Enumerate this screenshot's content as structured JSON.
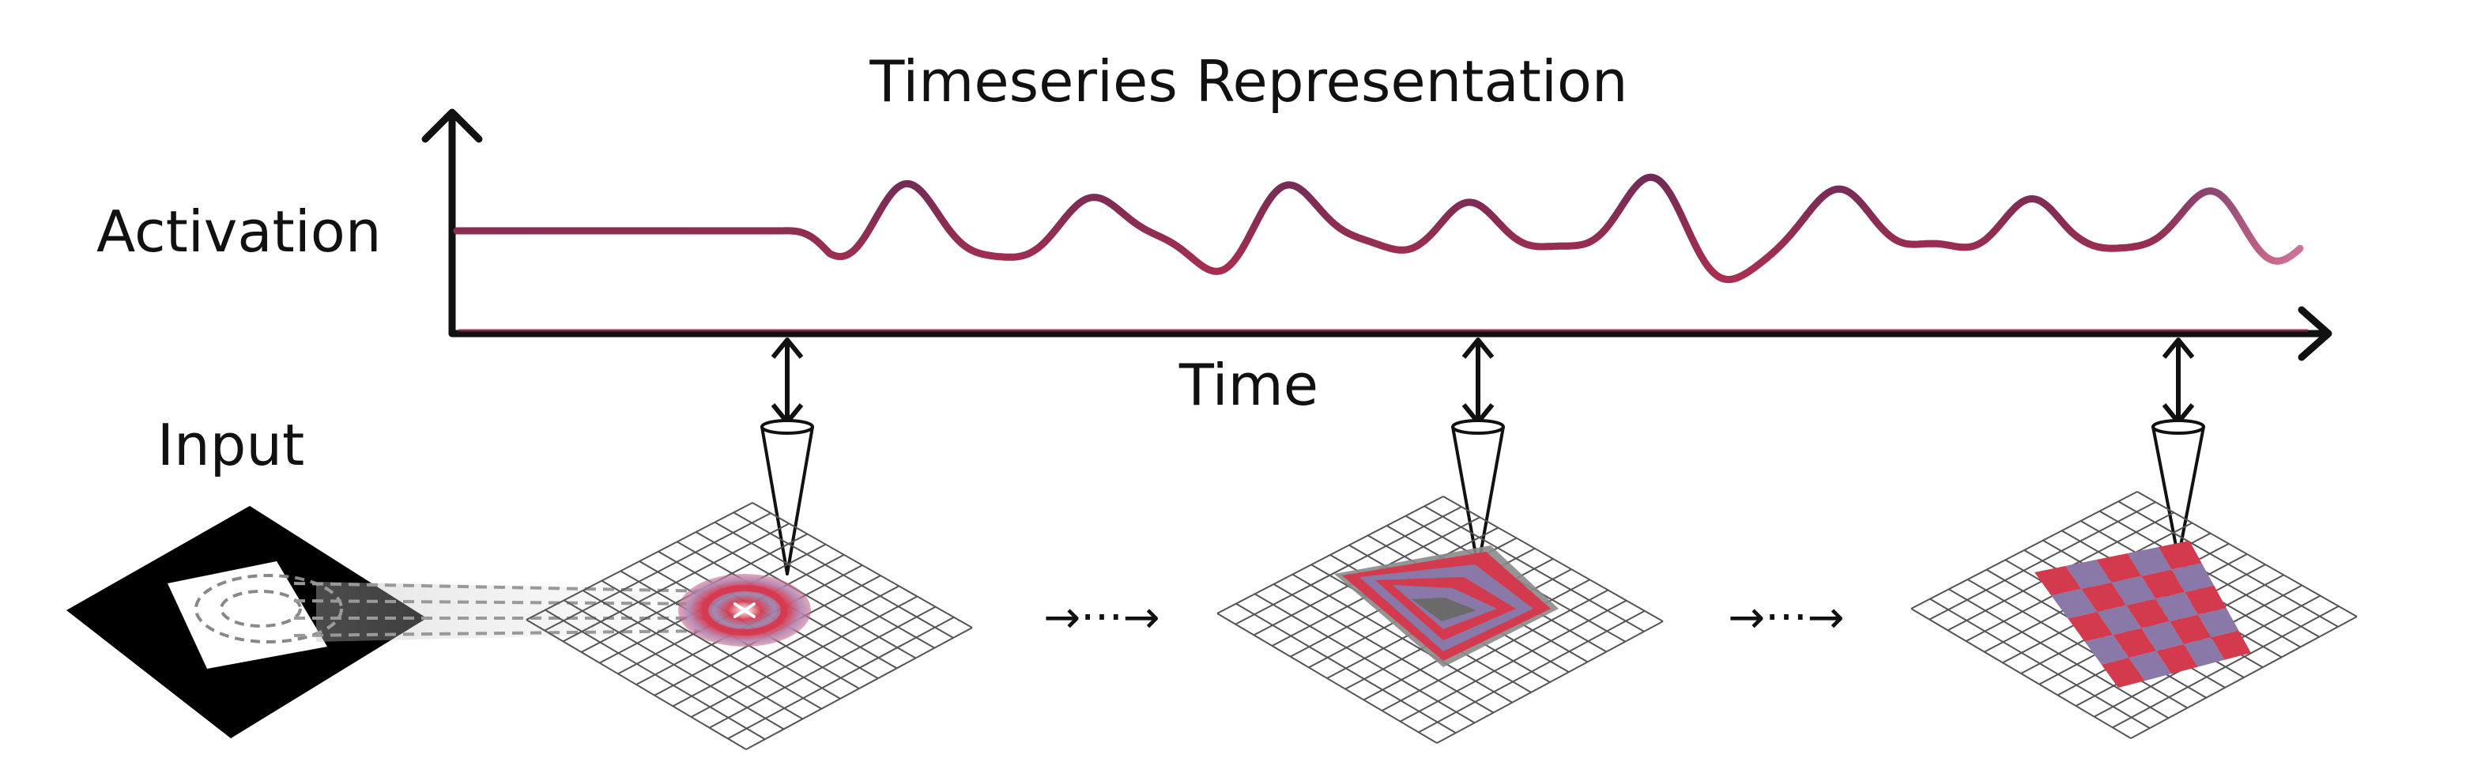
{
  "labels": {
    "title": "Timeseries Representation",
    "y_axis": "Activation",
    "x_axis": "Time",
    "input": "Input",
    "sequence_arrow_1": "→···→",
    "sequence_arrow_2": "→···→"
  },
  "colors": {
    "signal_start": "#7a2a52",
    "signal_mid": "#c8324a",
    "signal_end": "#d9b8f0",
    "activation_red": "#d33a4e",
    "activation_purple": "#8a78a8",
    "grid_line": "#555555",
    "axis": "#111111",
    "input_black": "#000000",
    "input_white": "#ffffff"
  },
  "stages": [
    "initial-ring",
    "intermediate-diamond",
    "final-checkerboard"
  ]
}
